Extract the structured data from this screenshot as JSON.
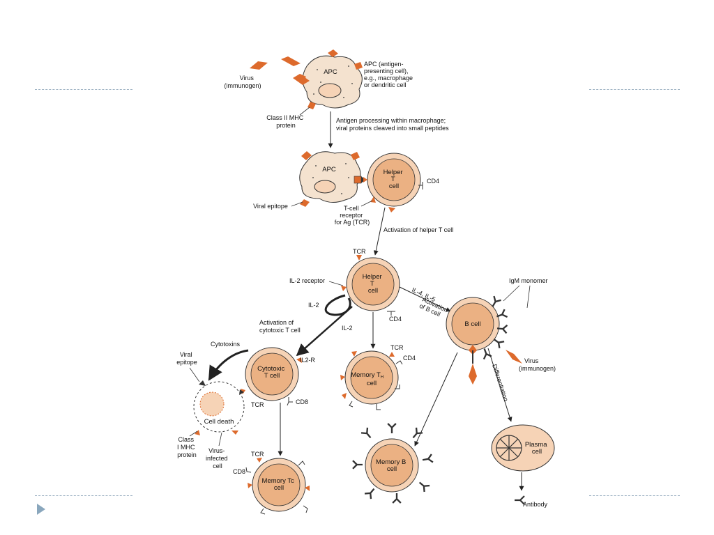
{
  "colors": {
    "cell_fill": "#f6d3b6",
    "cell_ring": "#e7a676",
    "cell_outline": "#333333",
    "virus_orange": "#dd6a2c",
    "apc_fill": "#f4e2cf",
    "divider": "#9fb3c4",
    "nav_arrow": "#8aa7bd"
  },
  "icons": {
    "nav": "play-triangle-icon"
  },
  "labels": {
    "virus_top": [
      "Virus",
      "(immunogen)"
    ],
    "apc1": "APC",
    "apc_desc": [
      "APC (antigen-",
      "presenting cell),",
      "e.g., macrophage",
      "or dendritic cell"
    ],
    "class2_mhc": [
      "Class II MHC",
      "protein"
    ],
    "antigen_processing": [
      "Antigen processing within macrophage;",
      "viral proteins cleaved into small peptides"
    ],
    "apc2": "APC",
    "helper_t1": [
      "Helper",
      "T",
      "cell"
    ],
    "cd4_1": "CD4",
    "viral_epitope1": "Viral epitope",
    "tcr_receptor": [
      "T-cell",
      "receptor",
      "for Ag (TCR)"
    ],
    "activation_helper": "Activation of helper T cell",
    "tcr_top": "TCR",
    "il2_receptor": "IL-2 receptor",
    "helper_t2": [
      "Helper",
      "T",
      "cell"
    ],
    "il2_a": "IL-2",
    "il2_b": "IL-2",
    "cd4_2": "CD4",
    "il4_il5": "IL-4, IL-5",
    "activation_b": [
      "Activation",
      "of B cell"
    ],
    "igm_monomer": "IgM monomer",
    "b_cell": "B cell",
    "virus_right": [
      "Virus",
      "(immunogen)"
    ],
    "differentiation": "Differentiation",
    "activation_cyto": [
      "Activation of",
      "cytotoxic T cell"
    ],
    "cytotoxins": "Cytotoxins",
    "viral_epitope2": [
      "Viral",
      "epitope"
    ],
    "cyto_t": [
      "Cytotoxic",
      "T cell"
    ],
    "il2r": "IL2-R",
    "tcr_cyto": "TCR",
    "cd8_1": "CD8",
    "cell_death": "Cell death",
    "class1_mhc": [
      "Class",
      "I MHC",
      "protein"
    ],
    "virus_infected": [
      "Virus-",
      "infected",
      "cell"
    ],
    "memory_th": [
      "Memory T",
      "cell"
    ],
    "memory_th_sub": "H",
    "tcr_mem": "TCR",
    "cd4_3": "CD4",
    "tcr_tc": "TCR",
    "cd8_2": "CD8",
    "memory_tc": [
      "Memory Tc",
      "cell"
    ],
    "memory_b": [
      "Memory B",
      "cell"
    ],
    "plasma": [
      "Plasma",
      "cell"
    ],
    "antibody": "Antibody"
  }
}
